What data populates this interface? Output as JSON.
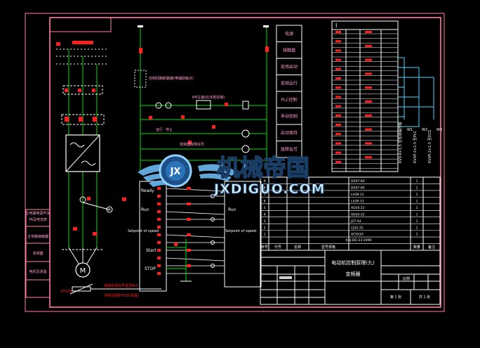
{
  "colors": {
    "background": "#000000",
    "frame_pink": "#ff7f9f",
    "wire_green": "#00e000",
    "wire_white": "#ffffff",
    "mark_red": "#ff2020",
    "grid_cyan": "#4fd6ff",
    "label_pink": "#ff9bd0",
    "watermark_blue": "#6ab8f0"
  },
  "left_strip": {
    "rows": [
      "主电路电源开关",
      "TA及电流表",
      "主电路接触器",
      "变频器",
      "电机及测温"
    ]
  },
  "control_labels": {
    "coil1": "控制回路断路器(带辅助触点)",
    "contact_note": "KM主触点(本柜控制)",
    "lamp_left": "运行",
    "lamp_right": "停止",
    "relay_note": "变频器故障信号"
  },
  "function_column": {
    "items": [
      "电源",
      "接触器",
      "现场启动",
      "变频运行",
      "PLC控制",
      "手动控制",
      "启动保持",
      "故障信号"
    ]
  },
  "vfd_terminals": {
    "ready": "Ready",
    "run_left": "Run",
    "setpoint_left": "Setpoint of speed",
    "start": "Start",
    "stop": "STOP",
    "run_right": "Run",
    "setpoint_right": "Setpoint of speed"
  },
  "motor": {
    "symbol": "M",
    "pt100": "PT100",
    "temp_note_1": "温度检测信号送至PLC",
    "temp_note_2": "(电机绕组PT100测温)"
  },
  "right_panel": {
    "header": "I",
    "cable_labels": [
      "KVV-6×1.5 至现场操作箱",
      "KVVP-2×1.5 至PLC",
      "KVVP-2×1.5 至DCS"
    ],
    "cable_tags": [
      "W1",
      "W2",
      "W3"
    ]
  },
  "parts_table": {
    "header": [
      "序号",
      "代号",
      "名称",
      "型号规格",
      "数量",
      "备注"
    ],
    "rows": [
      {
        "spec": "DZ47-60",
        "qty": "1"
      },
      {
        "spec": "DZ47-60",
        "qty": "1"
      },
      {
        "spec": "LA39-11",
        "qty": "1"
      },
      {
        "spec": "LA39-11",
        "qty": "1"
      },
      {
        "spec": "AD16-22",
        "qty": "1"
      },
      {
        "spec": "AD16-22",
        "qty": "1"
      },
      {
        "spec": "JZ7-44",
        "qty": "1"
      },
      {
        "spec": "CJX2-25",
        "qty": "1"
      },
      {
        "spec": "ACS510",
        "qty": "1"
      }
    ],
    "code_row": "KXJ-DQ-23-1999"
  },
  "title_block": {
    "title_line1": "电动机控制原理(九)",
    "title_line2": "变频器",
    "scale_label": "比例",
    "sheet_label": "第 1 张",
    "total_label": "共 1 张"
  },
  "watermark": {
    "cn": "机械帝国",
    "en": "JXDIGUO.COM",
    "badge": "JX"
  }
}
